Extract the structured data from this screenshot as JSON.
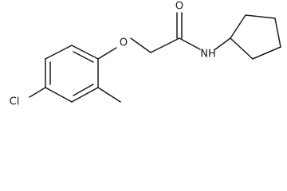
{
  "molecule": {
    "atoms": {
      "oxygen_ether": "O",
      "oxygen_carbonyl": "O",
      "nitrogen_amide": "NH",
      "chlorine": "Cl"
    },
    "colors": {
      "bond": "#1a1a1a",
      "label": "#1a1a1a",
      "background": "#ffffff"
    }
  }
}
